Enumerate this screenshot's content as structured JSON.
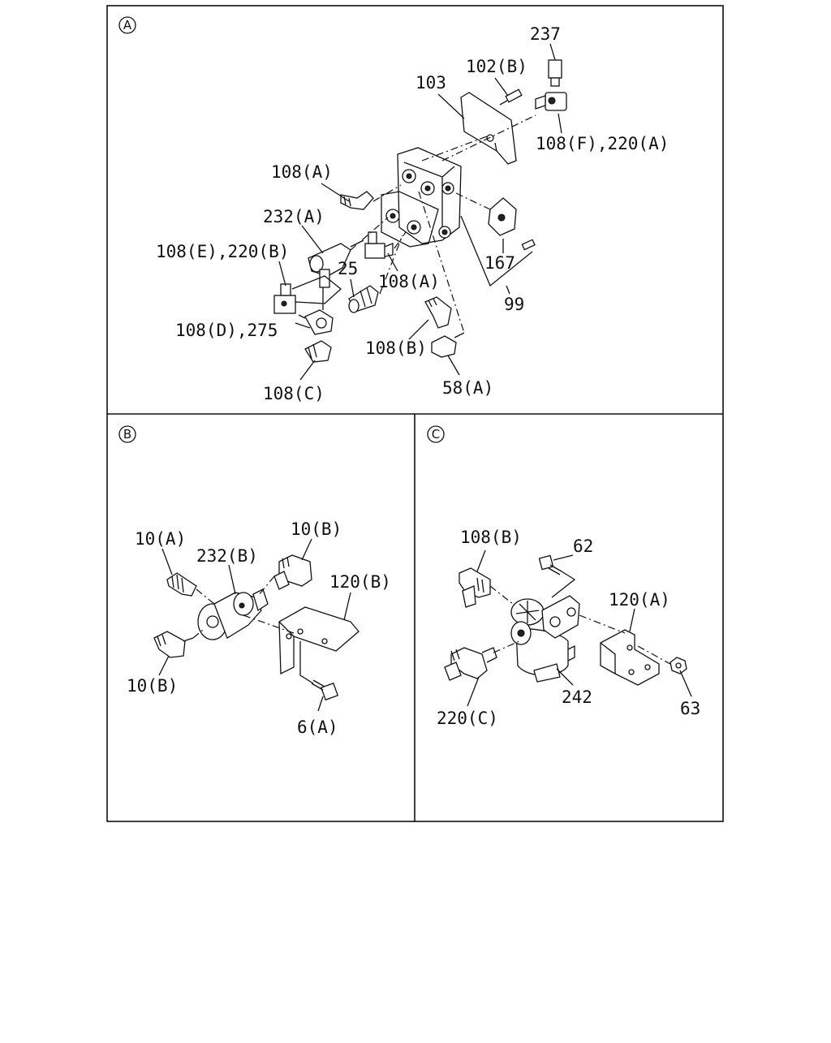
{
  "panels": [
    {
      "id": "A",
      "letter": "A",
      "labels": {
        "p237": "237",
        "p102b": "102(B)",
        "p103": "103",
        "p108f220a": "108(F),220(A)",
        "p108a_1": "108(A)",
        "p232a": "232(A)",
        "p108e220b": "108(E),220(B)",
        "p25": "25",
        "p108a_2": "108(A)",
        "p167": "167",
        "p99": "99",
        "p108d275": "108(D),275",
        "p108b": "108(B)",
        "p108c": "108(C)",
        "p58a": "58(A)"
      }
    },
    {
      "id": "B",
      "letter": "B",
      "labels": {
        "p10a": "10(A)",
        "p10b_1": "10(B)",
        "p232b": "232(B)",
        "p120b": "120(B)",
        "p10b_2": "10(B)",
        "p6a": "6(A)"
      }
    },
    {
      "id": "C",
      "letter": "C",
      "labels": {
        "p108b": "108(B)",
        "p62": "62",
        "p120a": "120(A)",
        "p220c": "220(C)",
        "p242": "242",
        "p63": "63"
      }
    }
  ]
}
